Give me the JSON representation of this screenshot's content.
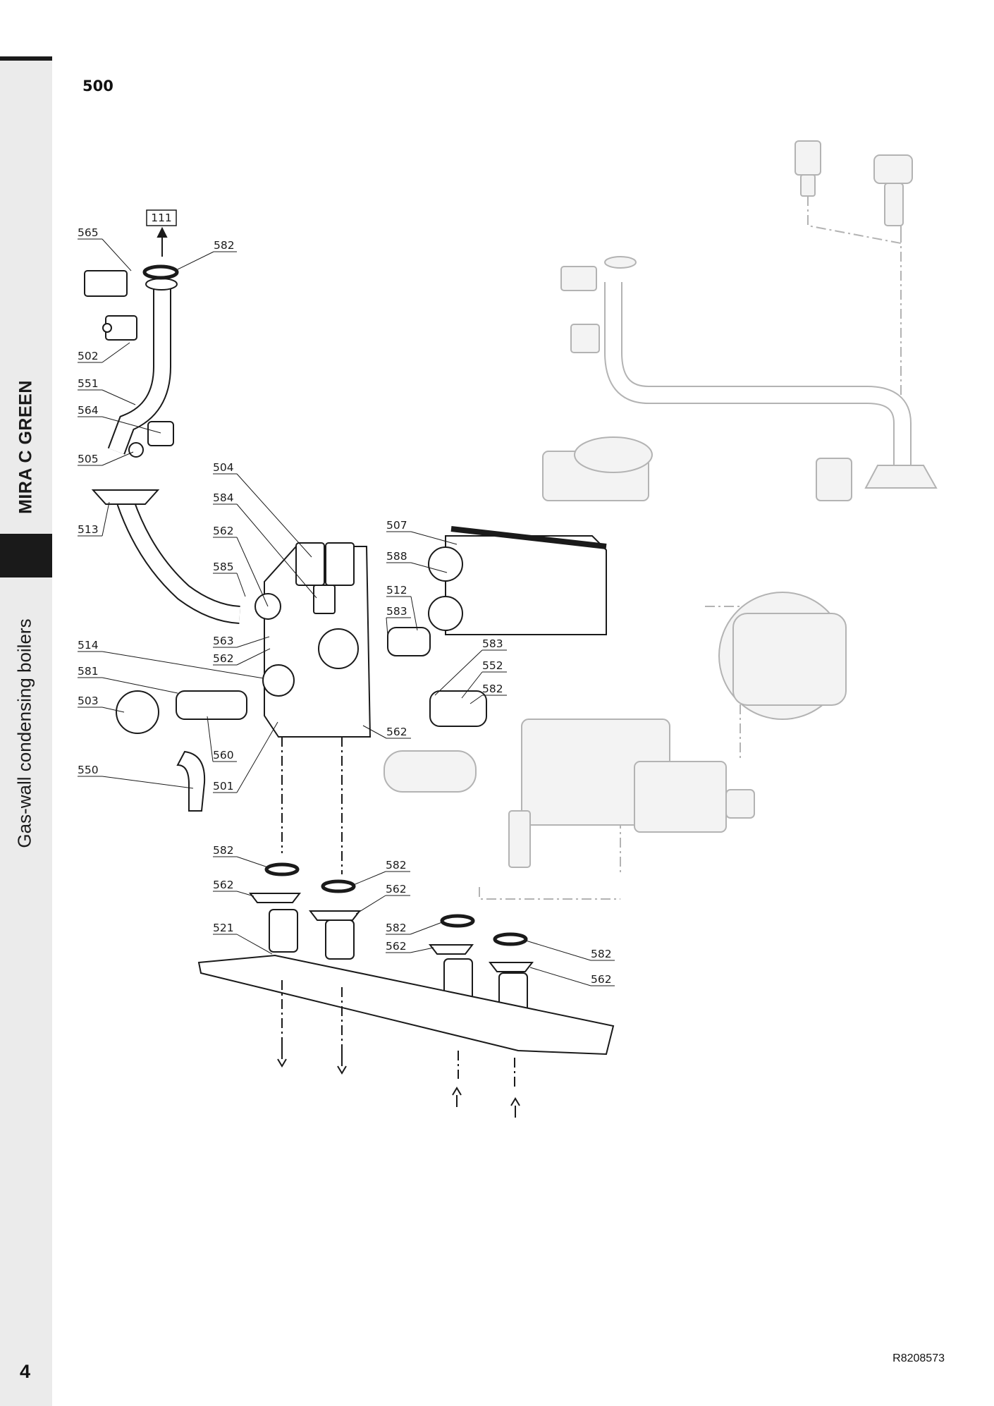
{
  "section_number": "500",
  "side_title": "MIRA C GREEN",
  "side_subtitle": "Gas-wall condensing boilers",
  "page_number": "4",
  "document_ref": "R8208573",
  "ref_box": "111",
  "callouts": [
    "565",
    "582",
    "502",
    "551",
    "564",
    "505",
    "513",
    "504",
    "584",
    "562",
    "585",
    "563",
    "562",
    "514",
    "581",
    "503",
    "560",
    "550",
    "501",
    "507",
    "588",
    "512",
    "583",
    "583",
    "552",
    "582",
    "562",
    "582",
    "562",
    "582",
    "562",
    "521",
    "582",
    "562",
    "582",
    "562"
  ]
}
